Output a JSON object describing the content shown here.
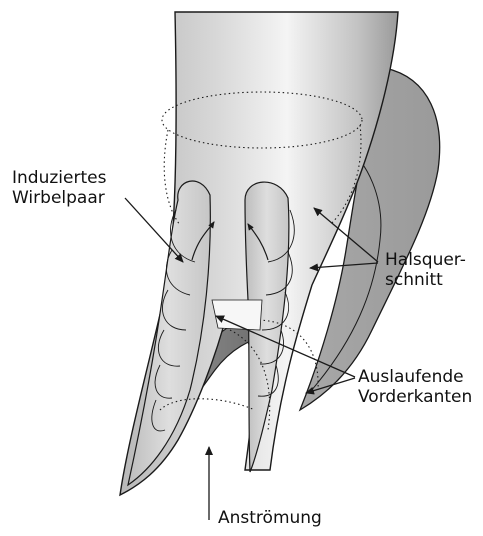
{
  "labels": {
    "induced_vortex_pair": {
      "line1": "Induziertes",
      "line2": "Wirbelpaar"
    },
    "throat_section": {
      "line1": "Halsquer-",
      "line2": "schnitt"
    },
    "trailing_leading_edges": {
      "line1": "Auslaufende",
      "line2": "Vorderkanten"
    },
    "inflow": {
      "line1": "Anströmung"
    }
  },
  "colors": {
    "background": "#ffffff",
    "outline": "#1a1a1a",
    "tube_light": "#e6e6e6",
    "tube_mid": "#c2c2c2",
    "tube_dark": "#8e8e8e",
    "tube_darker": "#6f6f6f",
    "inner_light": "#d4d4d4"
  }
}
